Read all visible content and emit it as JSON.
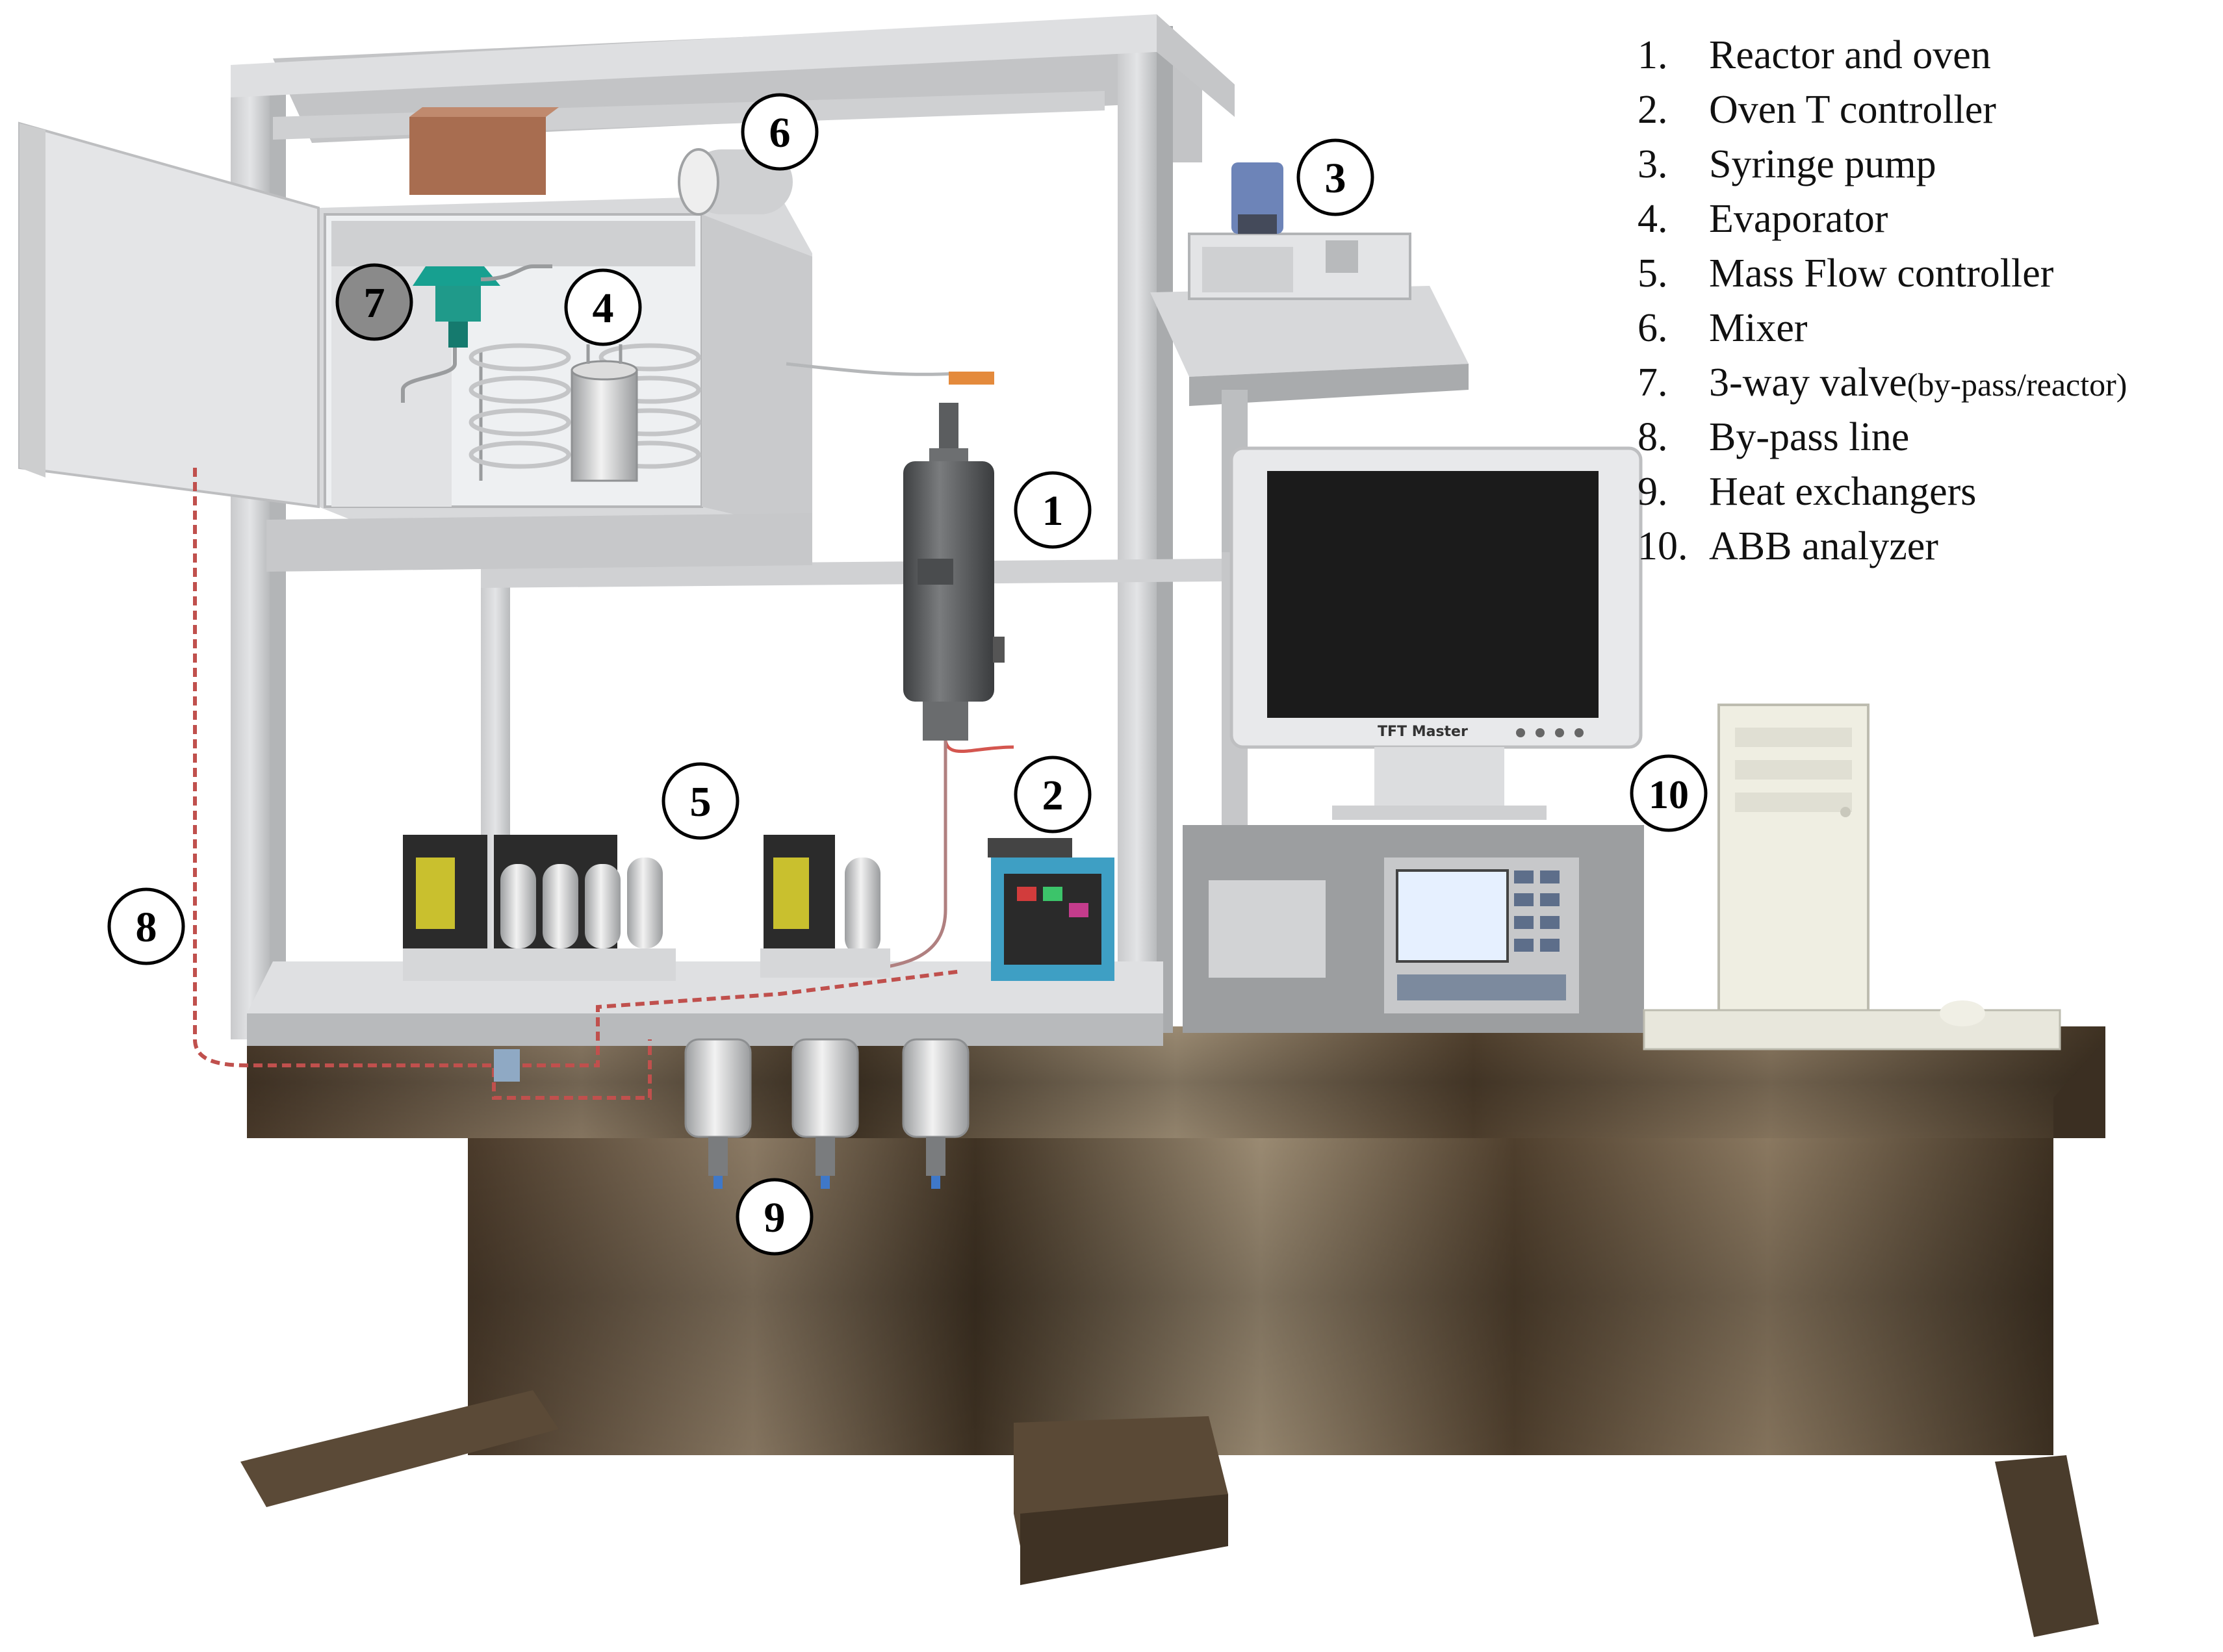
{
  "legend": {
    "items": [
      {
        "num": "1.",
        "text": "Reactor and oven",
        "note": ""
      },
      {
        "num": "2.",
        "text": "Oven T controller",
        "note": ""
      },
      {
        "num": "3.",
        "text": "Syringe pump",
        "note": ""
      },
      {
        "num": "4.",
        "text": "Evaporator",
        "note": ""
      },
      {
        "num": "5.",
        "text": "Mass Flow controller",
        "note": ""
      },
      {
        "num": "6.",
        "text": "Mixer",
        "note": ""
      },
      {
        "num": "7.",
        "text": "3-way valve ",
        "note": "(by-pass/reactor)"
      },
      {
        "num": "8.",
        "text": "By-pass line",
        "note": ""
      },
      {
        "num": "9.",
        "text": "Heat exchangers",
        "note": ""
      },
      {
        "num": "10.",
        "text": "ABB analyzer",
        "note": ""
      }
    ]
  },
  "callouts": {
    "c1": "1",
    "c2": "2",
    "c3": "3",
    "c4": "4",
    "c5": "5",
    "c6": "6",
    "c7": "7",
    "c8": "8",
    "c9": "9",
    "c10": "10"
  },
  "monitor": {
    "brand": "TFT Master"
  },
  "colors": {
    "frame": "#d4d5d7",
    "frame_shadow": "#a9abad",
    "bench": "#5a4a38",
    "bypass_line": "#c0504d",
    "reactor": "#5f6163",
    "valve": "#1f9a8a"
  }
}
